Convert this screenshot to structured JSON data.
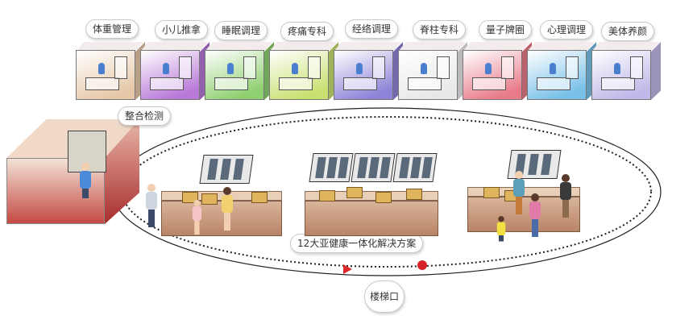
{
  "rooms": [
    {
      "label": "体重管理"
    },
    {
      "label": "小儿推拿"
    },
    {
      "label": "睡眠调理"
    },
    {
      "label": "疼痛专科"
    },
    {
      "label": "经络调理"
    },
    {
      "label": "脊柱专科"
    },
    {
      "label": "量子牌圈"
    },
    {
      "label": "心理调理"
    },
    {
      "label": "美体养颜"
    }
  ],
  "detection": {
    "label": "整合检测"
  },
  "solution": {
    "label": "12大亚健康一体化解决方案"
  },
  "stairs": {
    "label": "楼梯口"
  },
  "colors": {
    "room_tints": [
      "#e6c8a8",
      "#b878d8",
      "#8fd070",
      "#c8e070",
      "#8e84d8",
      "#e8e8e8",
      "#e87b8a",
      "#78c0e8",
      "#c0b8e8"
    ],
    "path_arrow": "#e02a2a",
    "path_dot": "#d8232a",
    "detection_room": "#c44a44",
    "counter": "#c99878"
  },
  "icons": [
    "triangle-arrow-icon",
    "red-dot-icon"
  ]
}
